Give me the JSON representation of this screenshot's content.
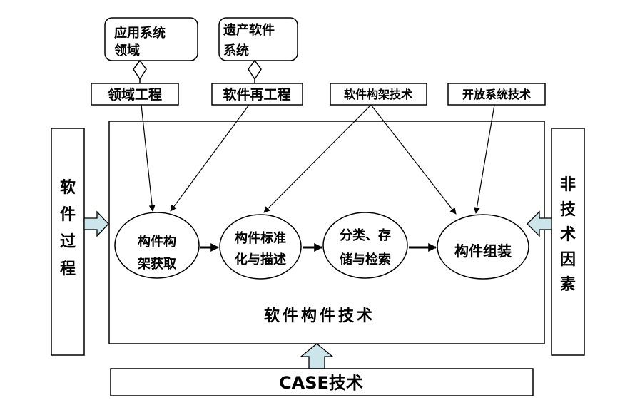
{
  "colors": {
    "ink": "#000000",
    "arrow_fill": "#cce5ea",
    "background": "#ffffff"
  },
  "top_inputs": {
    "app_domain": {
      "line1": "应用系统",
      "line2": "领域"
    },
    "legacy_software": {
      "line1": "遗产软件",
      "line2": "系统"
    }
  },
  "labels": {
    "domain_engineering": "领域工程",
    "software_reengineering": "软件再工程",
    "software_architecture_tech": "软件构架技术",
    "open_system_tech": "开放系统技术"
  },
  "side_bars": {
    "software_process": [
      "软",
      "件",
      "过",
      "程"
    ],
    "non_technical_factors": [
      "非",
      "技",
      "术",
      "因",
      "素"
    ]
  },
  "process_steps": {
    "acquisition": {
      "line1": "构件构",
      "line2": "架获取"
    },
    "standardization": {
      "line1": "构件标准",
      "line2": "化与描述"
    },
    "classification": {
      "line1": "分类、存",
      "line2": "储与检索"
    },
    "assembly": {
      "line1": "构件组装"
    }
  },
  "main_title": "软件构件技术",
  "case_label": "CASE技术"
}
